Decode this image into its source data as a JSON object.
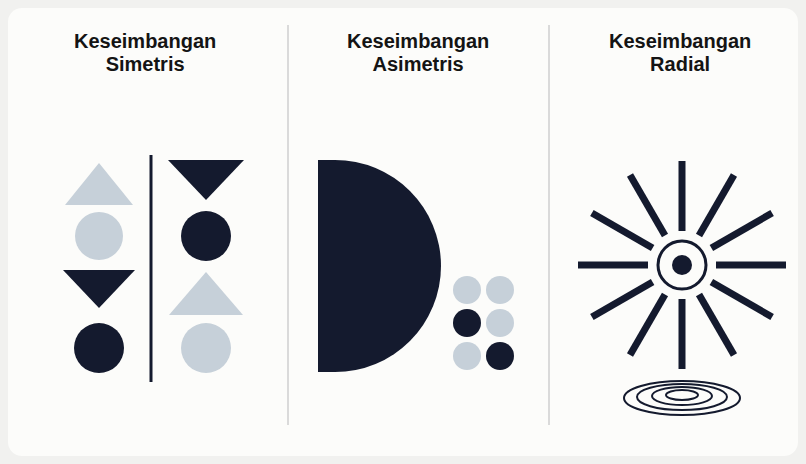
{
  "diagram": {
    "labels": [
      "Keseimbangan Simetris",
      "Keseimbangan Asimetris",
      "Keseimbangan Radial"
    ]
  }
}
